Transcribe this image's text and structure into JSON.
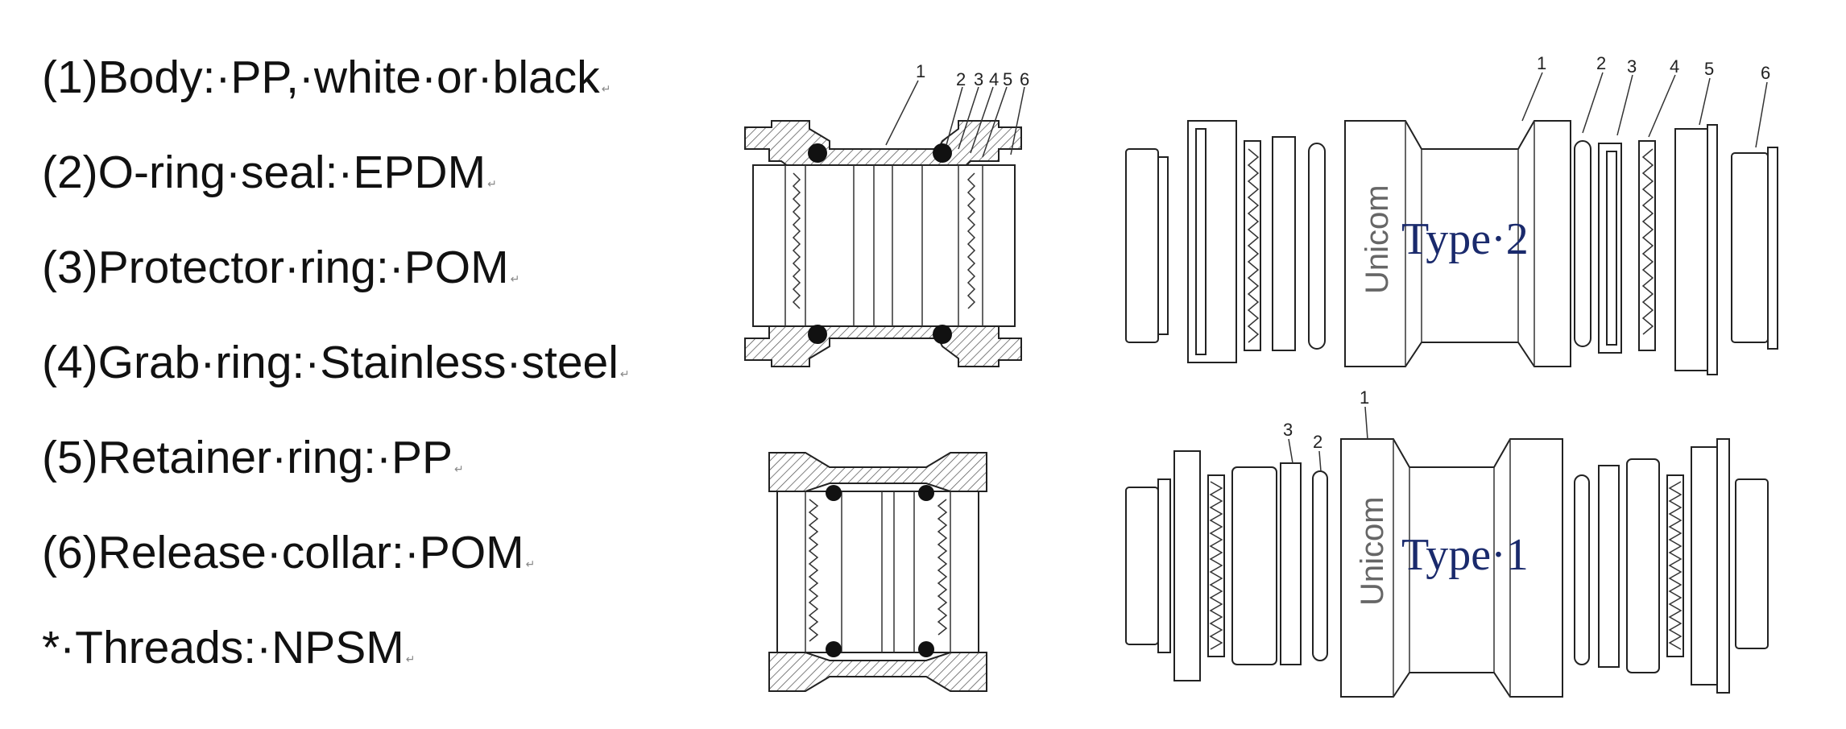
{
  "specs": [
    {
      "text": "(1)Body:·PP,·white·or·black"
    },
    {
      "text": "(2)O-ring·seal:·EPDM"
    },
    {
      "text": "(3)Protector·ring:·POM"
    },
    {
      "text": "(4)Grab·ring:·Stainless·steel"
    },
    {
      "text": "(5)Retainer·ring:·PP"
    },
    {
      "text": "(6)Release·collar:·POM"
    },
    {
      "text": "*·Threads:·NPSM"
    }
  ],
  "return_mark": "↵",
  "section_labels": [
    "1",
    "2",
    "3",
    "4",
    "5",
    "6"
  ],
  "exploded_type2": {
    "brand": "Unicom",
    "type_label": "Type·2",
    "labels": [
      "1",
      "2",
      "3",
      "4",
      "5",
      "6"
    ]
  },
  "exploded_type1": {
    "brand": "Unicom",
    "type_label": "Type·1",
    "labels": [
      "1",
      "3",
      "2"
    ]
  }
}
